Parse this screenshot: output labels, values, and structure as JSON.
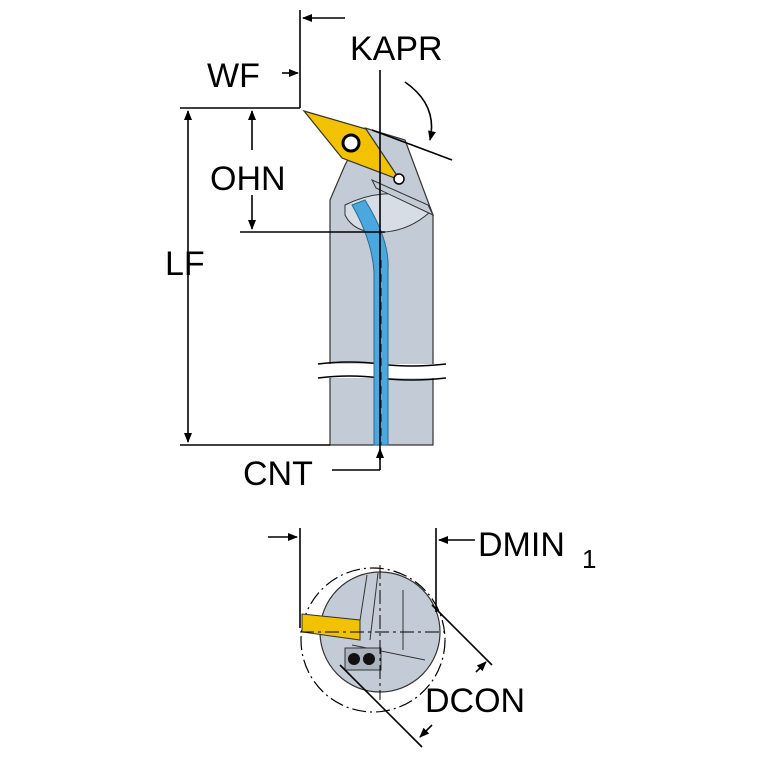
{
  "labels": {
    "wf": "WF",
    "kapr": "KAPR",
    "ohn": "OHN",
    "lf": "LF",
    "cnt": "CNT",
    "dmin": "DMIN",
    "dmin_sub": "1",
    "dcon": "DCON"
  },
  "colors": {
    "body": "#c3ccd6",
    "insert": "#f2c200",
    "coolant": "#4aa8de",
    "line": "#000000"
  }
}
